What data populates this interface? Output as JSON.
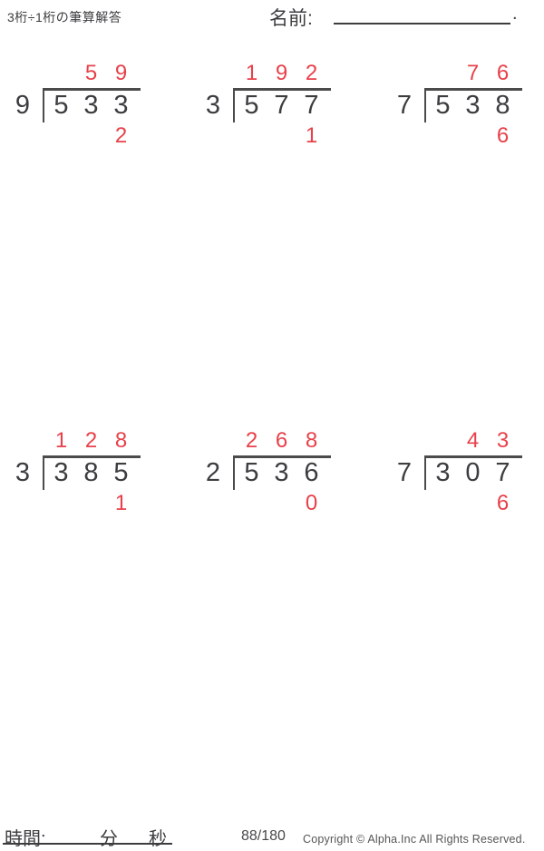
{
  "page": {
    "title": "3桁÷1桁の筆算解答",
    "name_label": "名前:",
    "name_line_period": "."
  },
  "footer": {
    "time_label": "時間:",
    "minutes_label": "分",
    "seconds_label": "秒",
    "page_number": "88/180",
    "copyright": "Copyright © Alpha.Inc All Rights Reserved."
  },
  "colors": {
    "ink": "#3d3d40",
    "answer_red": "#e8414b",
    "bracket_line": "#4b4b4b"
  },
  "problems": [
    {
      "divisor": "9",
      "dividend": [
        "5",
        "3",
        "3"
      ],
      "quotient": [
        "",
        "5",
        "9"
      ],
      "remainder": [
        "",
        "",
        "2"
      ]
    },
    {
      "divisor": "3",
      "dividend": [
        "5",
        "7",
        "7"
      ],
      "quotient": [
        "1",
        "9",
        "2"
      ],
      "remainder": [
        "",
        "",
        "1"
      ]
    },
    {
      "divisor": "7",
      "dividend": [
        "5",
        "3",
        "8"
      ],
      "quotient": [
        "",
        "7",
        "6"
      ],
      "remainder": [
        "",
        "",
        "6"
      ]
    },
    {
      "divisor": "3",
      "dividend": [
        "3",
        "8",
        "5"
      ],
      "quotient": [
        "1",
        "2",
        "8"
      ],
      "remainder": [
        "",
        "",
        "1"
      ]
    },
    {
      "divisor": "2",
      "dividend": [
        "5",
        "3",
        "6"
      ],
      "quotient": [
        "2",
        "6",
        "8"
      ],
      "remainder": [
        "",
        "",
        "0"
      ]
    },
    {
      "divisor": "7",
      "dividend": [
        "3",
        "0",
        "7"
      ],
      "quotient": [
        "",
        "4",
        "3"
      ],
      "remainder": [
        "",
        "",
        "6"
      ]
    }
  ]
}
